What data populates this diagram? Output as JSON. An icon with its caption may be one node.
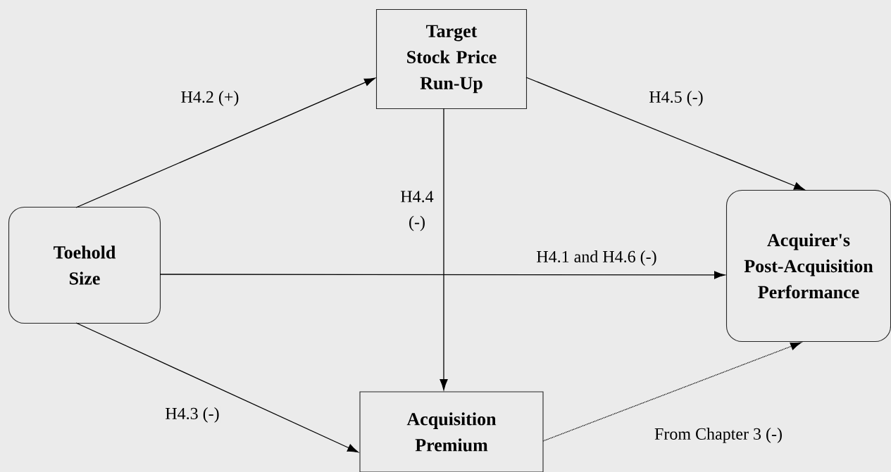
{
  "diagram": {
    "nodes": [
      {
        "text": [
          "Target Stock Price Run-Up"
        ]
      },
      {
        "text": [
          "Toehold Size"
        ]
      },
      {
        "text": [
          "Acquirer's Post-Acquisition Performance"
        ]
      },
      {
        "text": [
          "Acquisition Premium"
        ]
      }
    ],
    "edges": [
      {
        "from": 1,
        "to": 0,
        "arrow": "to",
        "label": "H4.2 (+)"
      },
      {
        "from": 0,
        "to": 2,
        "arrow": "to",
        "label": "H4.5 (-)"
      },
      {
        "from": 0,
        "to": 3,
        "arrow": "to",
        "label": "H4.4 (-)"
      },
      {
        "from": 1,
        "to": 2,
        "arrow": "to",
        "label": "H4.1 and H4.6 (-)"
      },
      {
        "from": 1,
        "to": 3,
        "arrow": "to",
        "label": "H4.3 (-)"
      },
      {
        "from": 3,
        "to": 2,
        "arrow": "to",
        "label": "From Chapter 3 (-)",
        "style": "dashed"
      }
    ]
  }
}
